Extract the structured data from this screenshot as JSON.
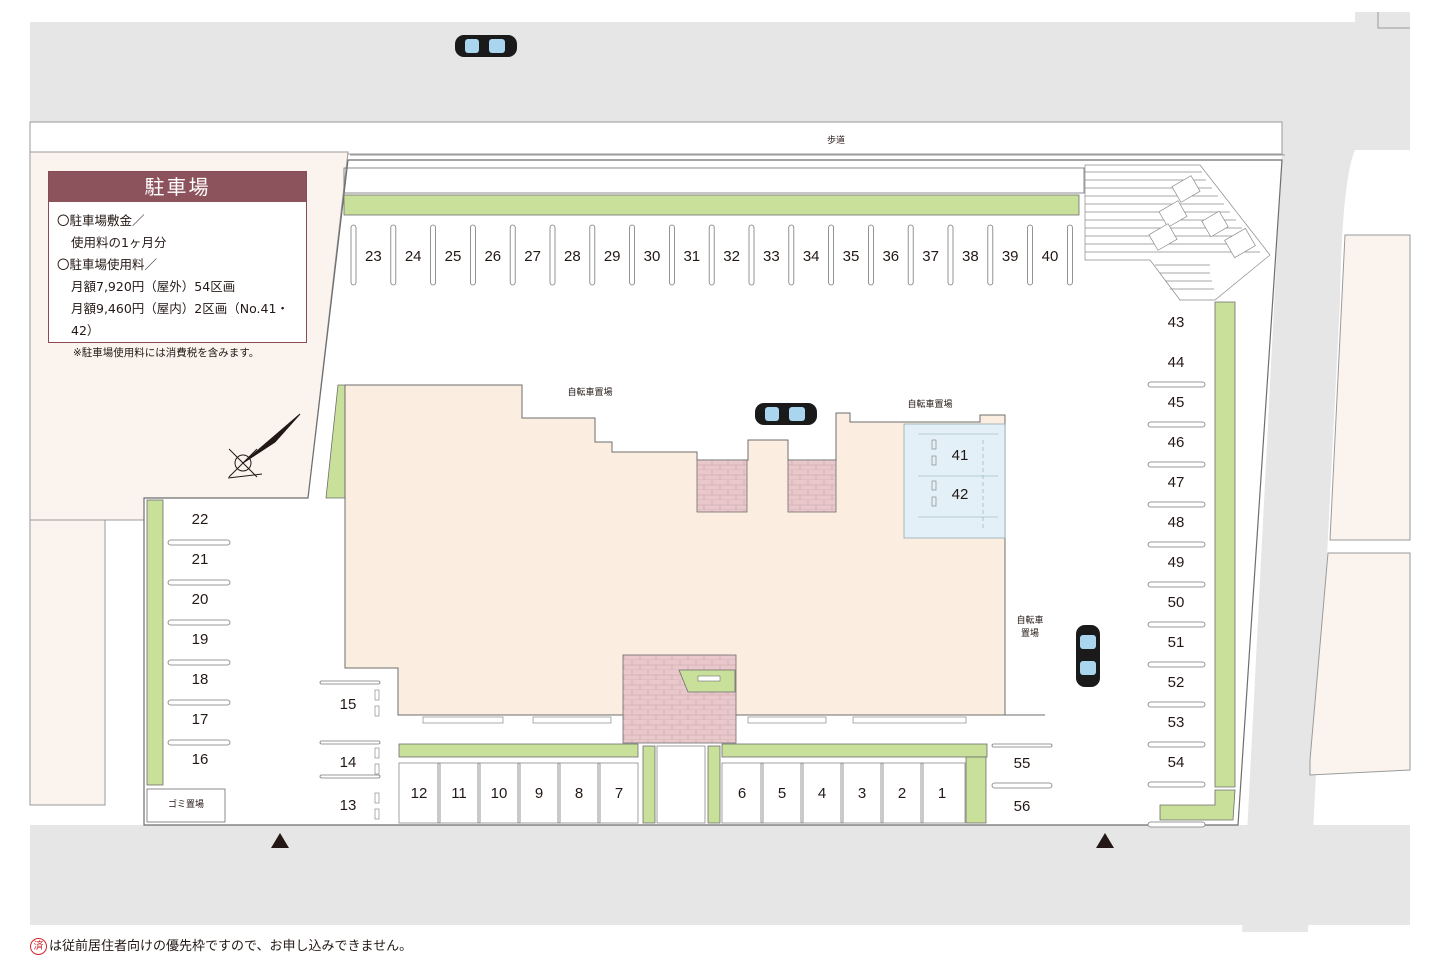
{
  "legend": {
    "title": "駐車場",
    "line1": "〇駐車場敷金／",
    "line2": "使用料の1ヶ月分",
    "line3": "〇駐車場使用料／",
    "line4": "月額7,920円（屋外）54区画",
    "line5": "月額9,460円（屋内）2区画（No.41・42）",
    "note": "※駐車場使用料には消費税を含みます。"
  },
  "labels": {
    "sidewalk": "歩道",
    "bike1": "自転車置場",
    "bike2": "自転車置場",
    "bike3a": "自転車",
    "bike3b": "置場",
    "garbage": "ゴミ置場"
  },
  "footer": {
    "mark": "済",
    "text": "は従前居住者向けの優先枠ですので、お申し込みできません。"
  },
  "spaces": {
    "top": [
      "23",
      "24",
      "25",
      "26",
      "27",
      "28",
      "29",
      "30",
      "31",
      "32",
      "33",
      "34",
      "35",
      "36",
      "37",
      "38",
      "39",
      "40"
    ],
    "right": [
      "43",
      "44",
      "45",
      "46",
      "47",
      "48",
      "49",
      "50",
      "51",
      "52",
      "53",
      "54"
    ],
    "left": [
      "22",
      "21",
      "20",
      "19",
      "18",
      "17",
      "16"
    ],
    "bottom_left": [
      "12",
      "11",
      "10",
      "9",
      "8",
      "7"
    ],
    "bottom_right": [
      "6",
      "5",
      "4",
      "3",
      "2",
      "1"
    ],
    "mid": [
      "15",
      "14",
      "13"
    ],
    "corner": [
      "55",
      "56"
    ],
    "indoor": [
      "41",
      "42"
    ]
  },
  "colors": {
    "road": "#e6e6e6",
    "green": "#c8e09a",
    "building": "#fbeee0",
    "brick": "#e9c8cc",
    "indoor": "#e3f0f7",
    "legend": "#8c535d",
    "lot": "#ffffff",
    "neighbor": "#fbf4ee"
  }
}
